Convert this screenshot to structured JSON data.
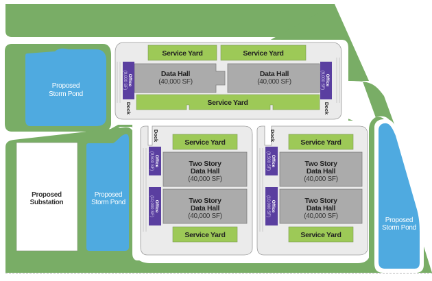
{
  "site_plan": {
    "top_building": {
      "service_yards": [
        "Service Yard",
        "Service Yard",
        "Service Yard"
      ],
      "data_halls": [
        {
          "name": "Data Hall",
          "area": "(40,000 SF)"
        },
        {
          "name": "Data Hall",
          "area": "(40,000 SF)"
        }
      ],
      "offices": [
        {
          "name": "Office",
          "area": "(9,000 SF)"
        },
        {
          "name": "Office",
          "area": "(9,000 SF)"
        }
      ],
      "docks": [
        "Dock",
        "Dock"
      ]
    },
    "lower_buildings": [
      {
        "service_yards": [
          "Service Yard",
          "Service Yard"
        ],
        "data_halls": [
          {
            "line1": "Two Story",
            "line2": "Data Hall",
            "area": "(40,000 SF)"
          },
          {
            "line1": "Two Story",
            "line2": "Data Hall",
            "area": "(40,000 SF)"
          }
        ],
        "offices": [
          {
            "name": "Office",
            "area": "(9,500 SF)"
          },
          {
            "name": "Office",
            "area": "(10,000 SF)"
          }
        ],
        "dock": "Dock"
      },
      {
        "service_yards": [
          "Service Yard",
          "Service Yard"
        ],
        "data_halls": [
          {
            "line1": "Two Story",
            "line2": "Data Hall",
            "area": "(40,000 SF)"
          },
          {
            "line1": "Two Story",
            "line2": "Data Hall",
            "area": "(40,000 SF)"
          }
        ],
        "offices": [
          {
            "name": "Office",
            "area": "(9,500 SF)"
          },
          {
            "name": "Office",
            "area": "(10,000 SF)"
          }
        ],
        "dock": "Dock"
      }
    ],
    "ponds": [
      {
        "line1": "Proposed",
        "line2": "Storm Pond"
      },
      {
        "line1": "Proposed",
        "line2": "Storm Pond"
      },
      {
        "line1": "Proposed",
        "line2": "Storm Pond"
      }
    ],
    "substation": {
      "line1": "Proposed",
      "line2": "Substation"
    },
    "colors": {
      "green_space": "#79ad66",
      "storm_pond": "#4faae0",
      "service_yard": "#9dc957",
      "data_hall": "#ababab",
      "office": "#5a3fa0",
      "pad": "#ebebeb"
    }
  }
}
